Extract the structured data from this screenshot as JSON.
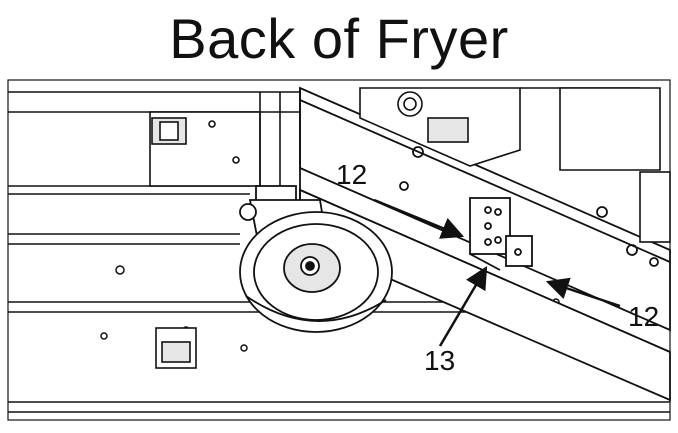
{
  "title": "Back of Fryer",
  "callouts": [
    {
      "id": "a",
      "label": "12"
    },
    {
      "id": "b",
      "label": "12"
    },
    {
      "id": "c",
      "label": "13"
    }
  ],
  "colors": {
    "line": "#111111",
    "background": "#ffffff",
    "shade": "#d9d9d9"
  }
}
